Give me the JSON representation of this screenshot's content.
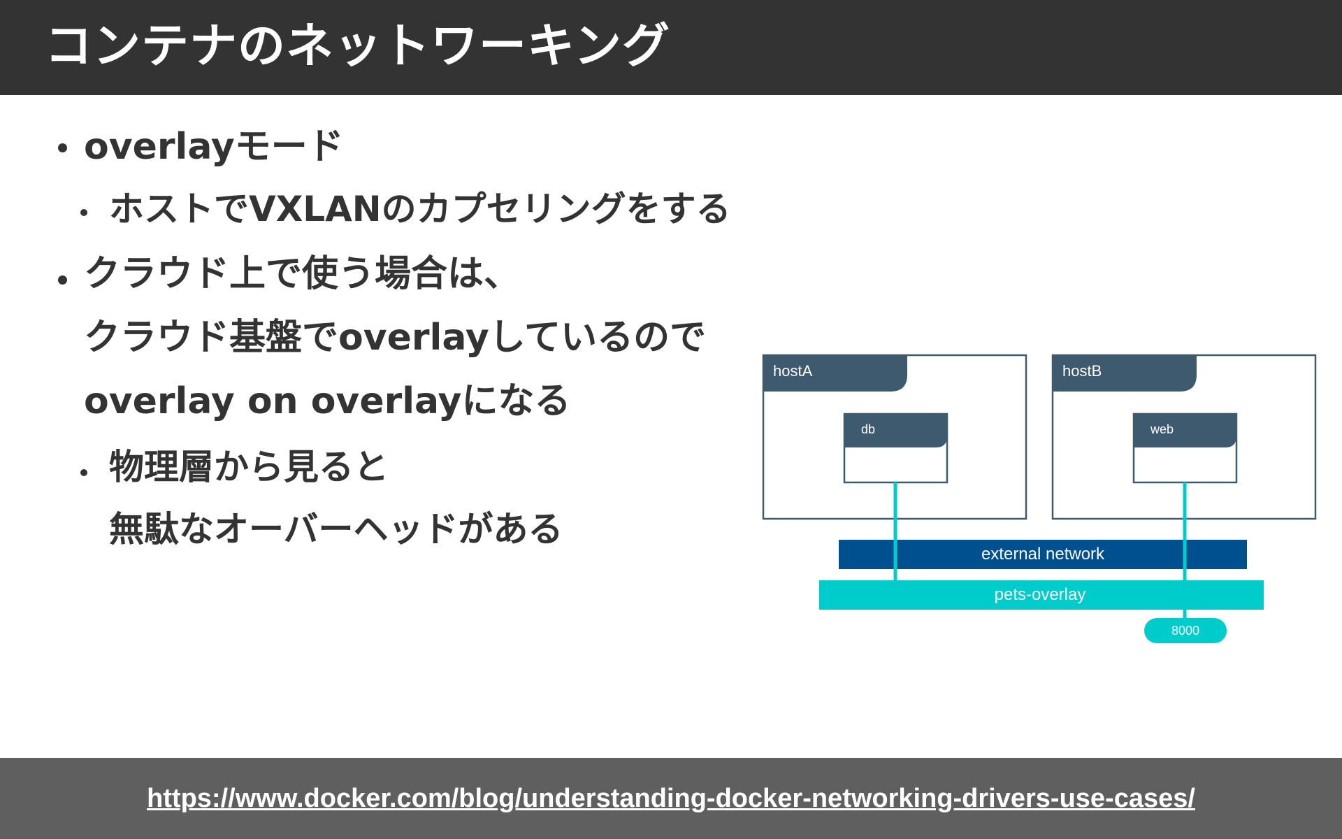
{
  "title": "コンテナのネットワーキング",
  "bullets": [
    {
      "level": 1,
      "lines": [
        "overlayモード"
      ]
    },
    {
      "level": 2,
      "lines": [
        "ホストでVXLANのカプセリングをする"
      ]
    },
    {
      "level": 1,
      "lines": [
        "クラウド上で使う場合は、",
        "クラウド基盤でoverlayしているので",
        "overlay on overlayになる"
      ]
    },
    {
      "level": 2,
      "lines": [
        "物理層から見ると",
        "無駄なオーバーヘッドがある"
      ]
    }
  ],
  "diagram": {
    "hosts": [
      {
        "label": "hostA",
        "container": "db"
      },
      {
        "label": "hostB",
        "container": "web"
      }
    ],
    "networks": {
      "external": "external network",
      "overlay": "pets-overlay"
    },
    "port": "8000",
    "colors": {
      "host_header": "#3d5a6e",
      "external": "#004f8f",
      "overlay": "#00cccc"
    }
  },
  "footer": {
    "url": "https://www.docker.com/blog/understanding-docker-networking-drivers-use-cases/"
  }
}
